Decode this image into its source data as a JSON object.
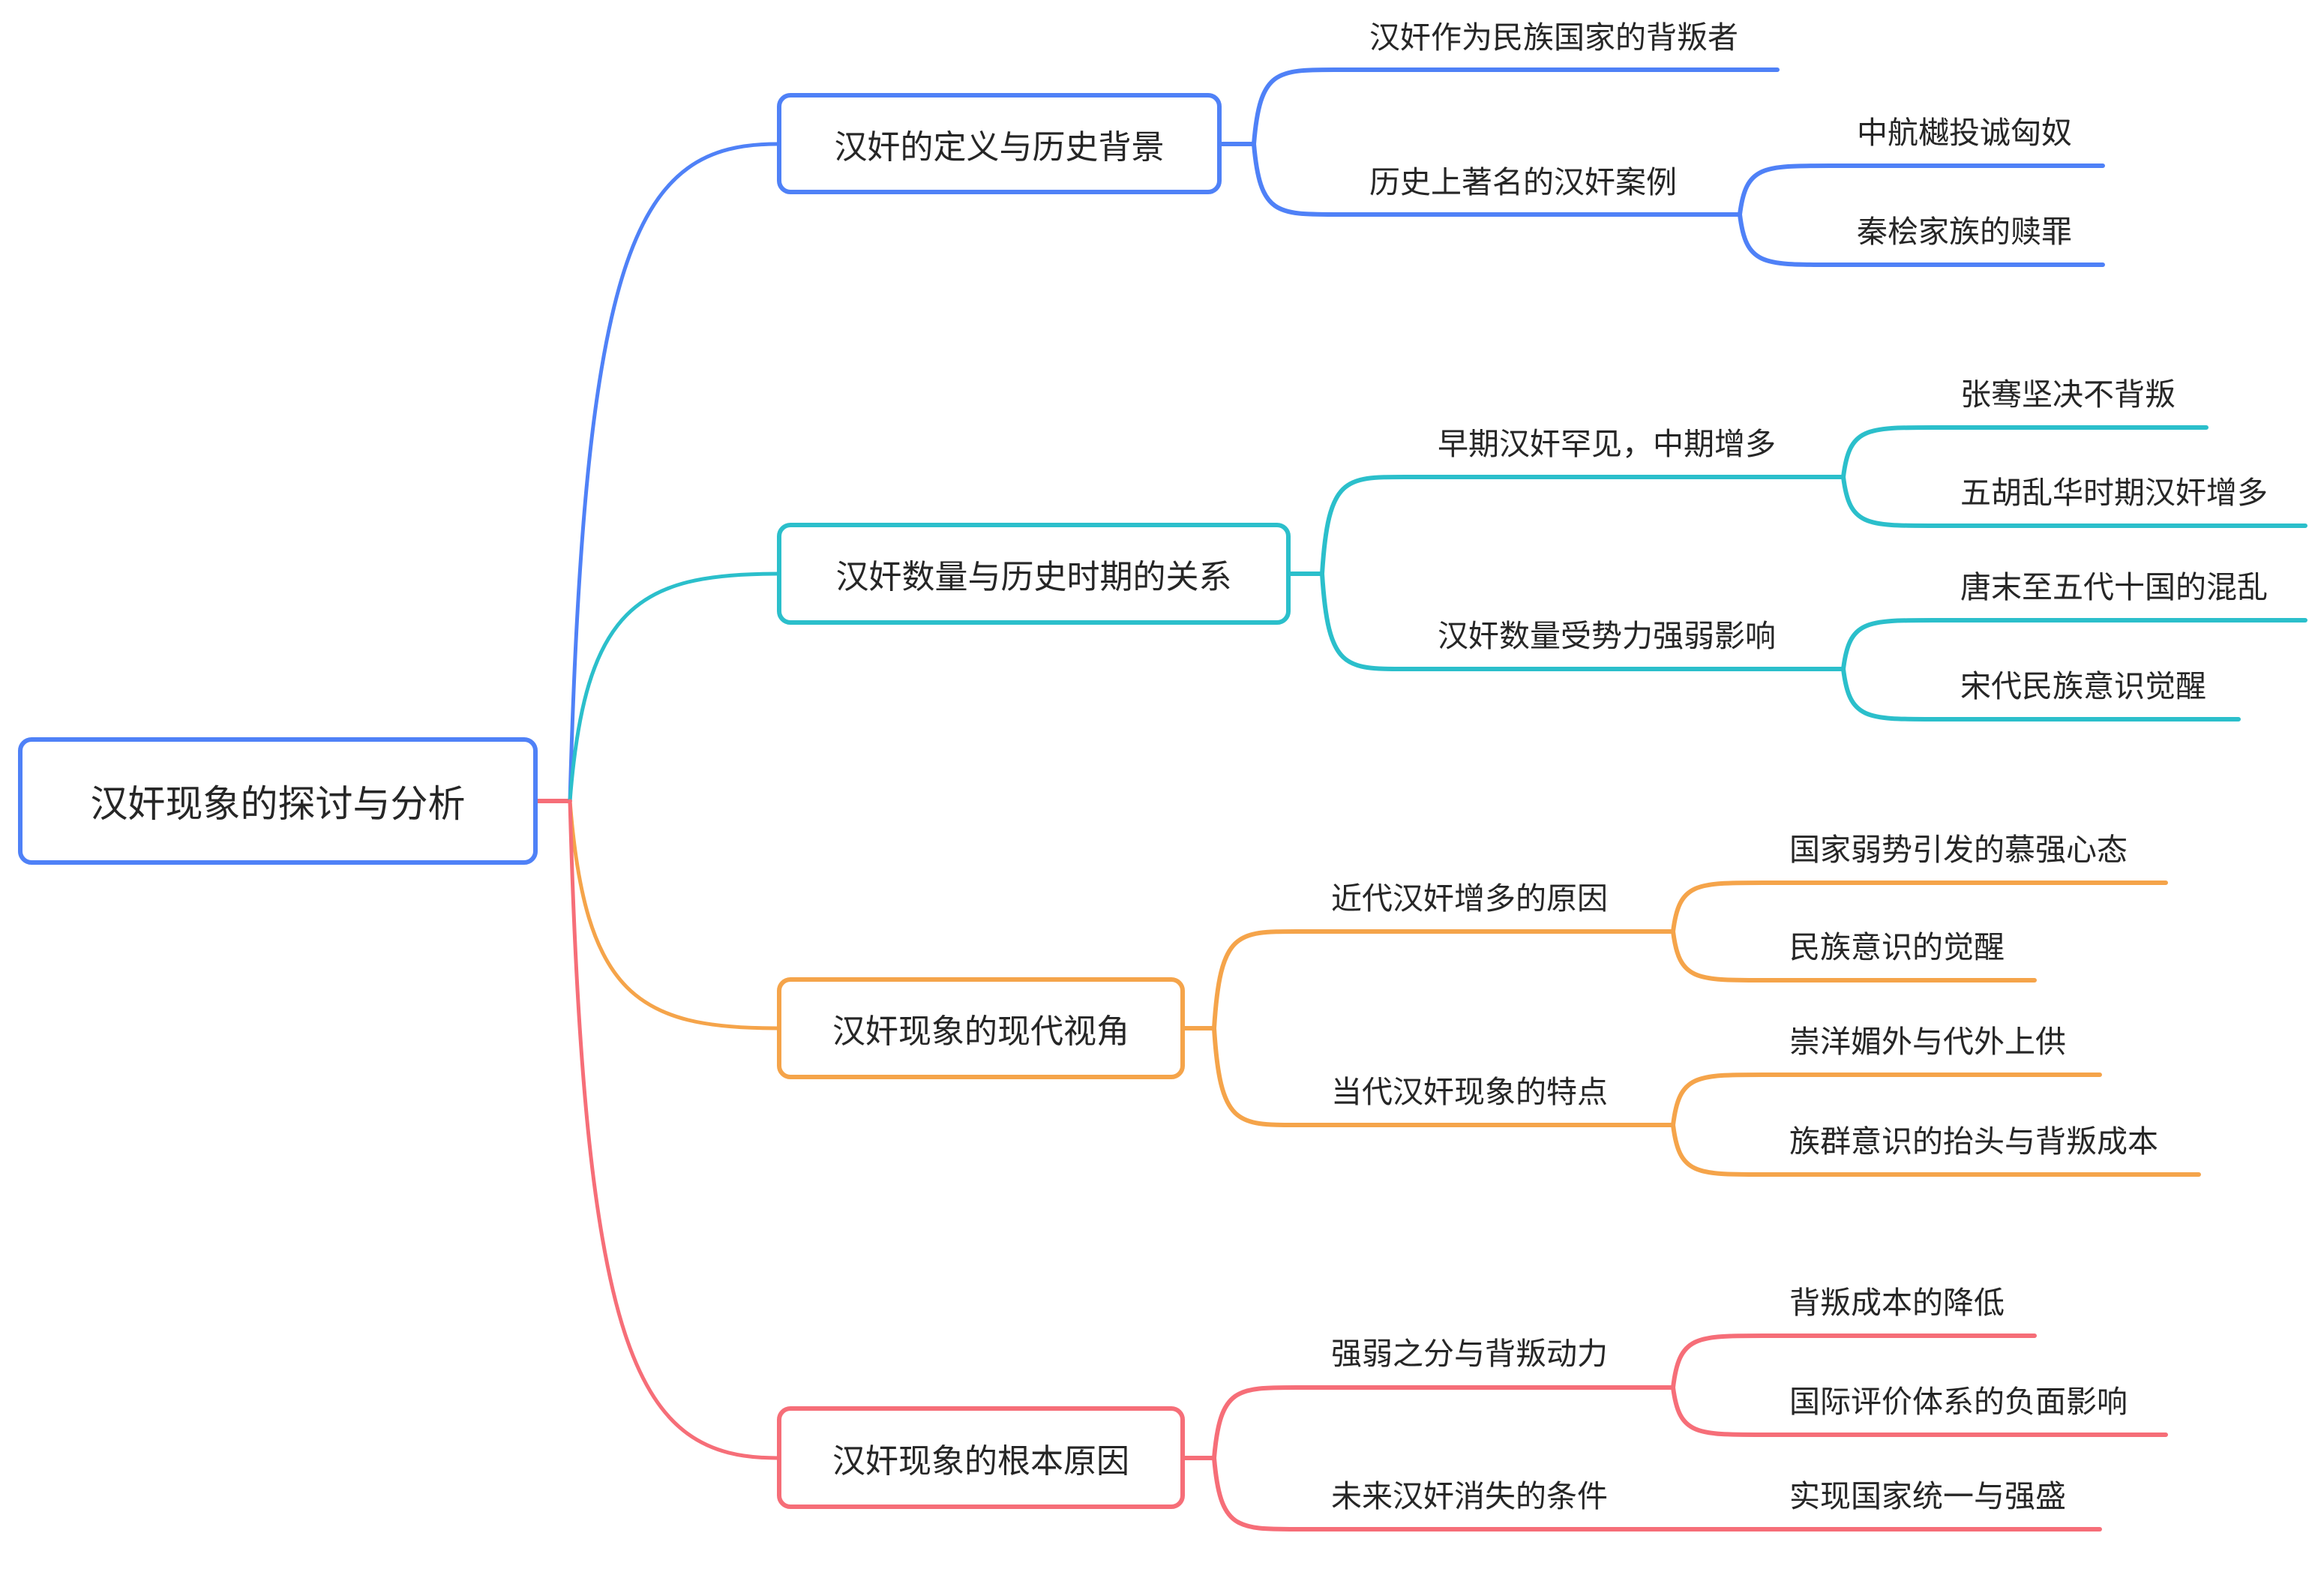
{
  "colors": {
    "root_border": "#4f81f7",
    "branch_1": "#4f81f7",
    "branch_2": "#2bbfcb",
    "branch_3": "#f5a44a",
    "branch_4": "#f66e78",
    "text": "#262626"
  },
  "root": {
    "label": "汉奸现象的探讨与分析"
  },
  "branches": [
    {
      "label": "汉奸的定义与历史背景",
      "children": [
        {
          "label": "汉奸作为民族国家的背叛者",
          "children": []
        },
        {
          "label": "历史上著名的汉奸案例",
          "children": [
            {
              "label": "中航樾投诚匈奴"
            },
            {
              "label": "秦桧家族的赎罪"
            }
          ]
        }
      ]
    },
    {
      "label": "汉奸数量与历史时期的关系",
      "children": [
        {
          "label": "早期汉奸罕见，中期增多",
          "children": [
            {
              "label": "张骞坚决不背叛"
            },
            {
              "label": "五胡乱华时期汉奸增多"
            }
          ]
        },
        {
          "label": "汉奸数量受势力强弱影响",
          "children": [
            {
              "label": "唐末至五代十国的混乱"
            },
            {
              "label": "宋代民族意识觉醒"
            }
          ]
        }
      ]
    },
    {
      "label": "汉奸现象的现代视角",
      "children": [
        {
          "label": "近代汉奸增多的原因",
          "children": [
            {
              "label": "国家弱势引发的慕强心态"
            },
            {
              "label": "民族意识的觉醒"
            }
          ]
        },
        {
          "label": "当代汉奸现象的特点",
          "children": [
            {
              "label": "崇洋媚外与代外上供"
            },
            {
              "label": "族群意识的抬头与背叛成本"
            }
          ]
        }
      ]
    },
    {
      "label": "汉奸现象的根本原因",
      "children": [
        {
          "label": "强弱之分与背叛动力",
          "children": [
            {
              "label": "背叛成本的降低"
            },
            {
              "label": "国际评价体系的负面影响"
            }
          ]
        },
        {
          "label": "未来汉奸消失的条件",
          "children": [
            {
              "label": "实现国家统一与强盛"
            }
          ]
        }
      ]
    }
  ]
}
